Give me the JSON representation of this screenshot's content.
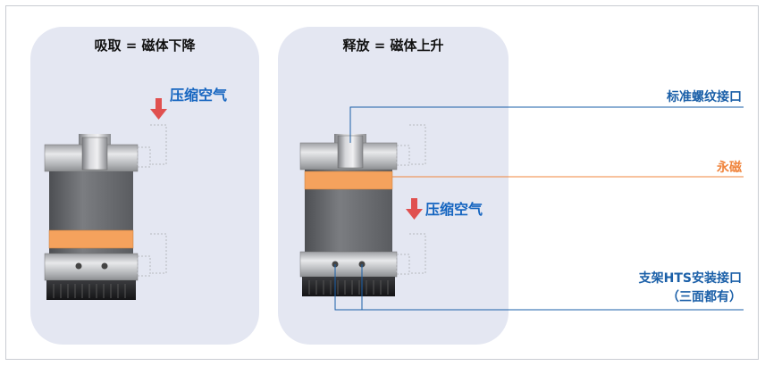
{
  "left_panel": {
    "title": "吸取 = 磁体下降",
    "air_label": "压缩空气"
  },
  "right_panel": {
    "title": "释放 = 磁体上升",
    "air_label": "压缩空气"
  },
  "callouts": {
    "thread_interface": "标准螺纹接口",
    "permanent_magnet": "永磁",
    "hts_interface_line1": "支架HTS安装接口",
    "hts_interface_line2": "（三面都有）"
  },
  "colors": {
    "panel_bg": "#e4e7f2",
    "blue_text": "#1565c0",
    "callout_blue": "#1a5fa8",
    "magnet_orange": "#f5a25d",
    "arrow_red": "#e0504f"
  }
}
